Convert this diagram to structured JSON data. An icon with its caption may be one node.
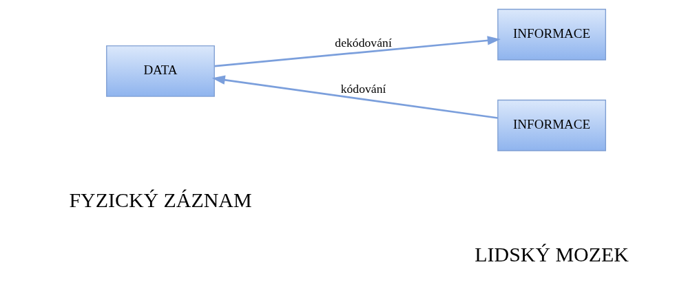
{
  "diagram": {
    "nodes": [
      {
        "text": [
          "DATA"
        ]
      },
      {
        "text": [
          "INFORMACE"
        ]
      },
      {
        "text": [
          "INFORMACE"
        ]
      }
    ],
    "edges": [
      {
        "from": 0,
        "to": 1,
        "arrow": "to",
        "label": "dekódování"
      },
      {
        "from": 2,
        "to": 0,
        "arrow": "to",
        "label": "kódování"
      }
    ],
    "labels": [
      "FYZICKÝ ZÁZNAM",
      "LIDSKÝ MOZEK"
    ]
  }
}
